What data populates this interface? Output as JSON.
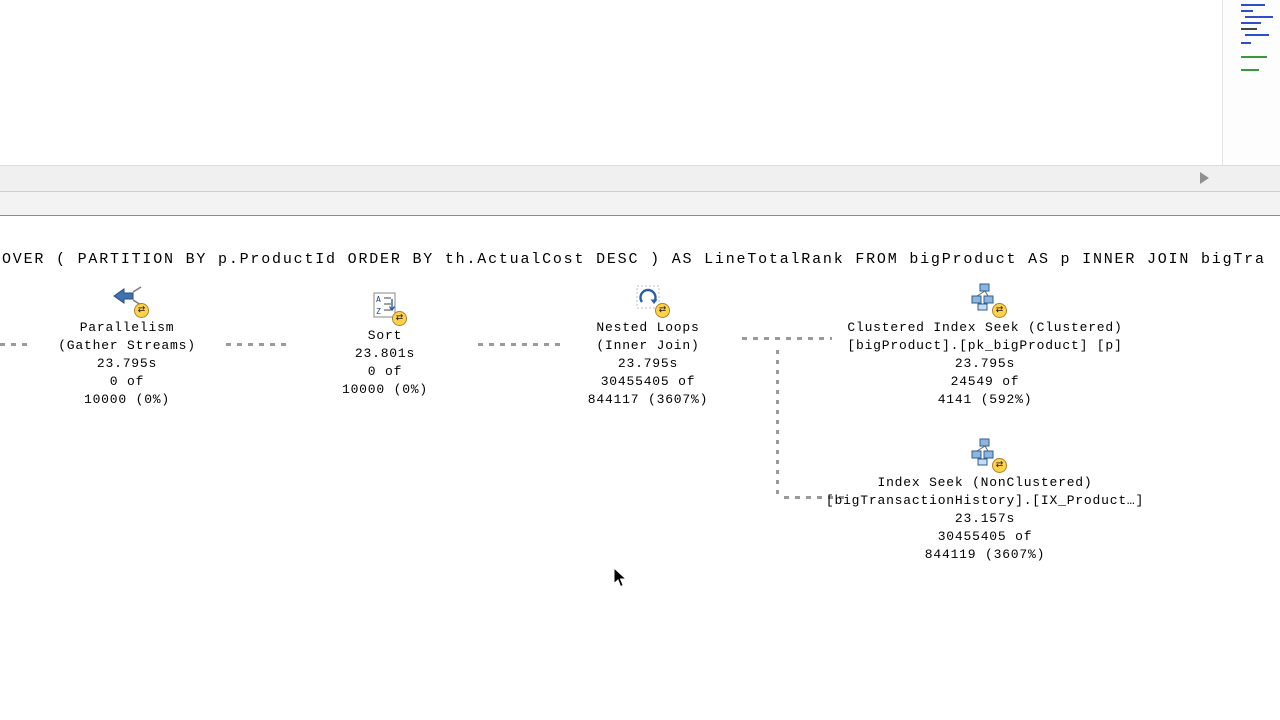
{
  "plan": {
    "query_text": "OVER ( PARTITION BY p.ProductId ORDER BY th.ActualCost DESC ) AS LineTotalRank FROM bigProduct AS p INNER JOIN bigTra",
    "nodes": [
      {
        "id": "parallelism",
        "icon": "parallelism-icon",
        "lines": [
          "Parallelism",
          "(Gather Streams)",
          "23.795s",
          "0 of",
          "10000 (0%)"
        ]
      },
      {
        "id": "sort",
        "icon": "sort-icon",
        "lines": [
          "Sort",
          "23.801s",
          "0 of",
          "10000 (0%)"
        ]
      },
      {
        "id": "nested-loops",
        "icon": "nested-loops-icon",
        "lines": [
          "Nested Loops",
          "(Inner Join)",
          "23.795s",
          "30455405 of",
          "844117 (3607%)"
        ]
      },
      {
        "id": "clustered-index-seek",
        "icon": "clustered-index-seek-icon",
        "lines": [
          "Clustered Index Seek (Clustered)",
          "[bigProduct].[pk_bigProduct] [p]",
          "23.795s",
          "24549 of",
          "4141 (592%)"
        ]
      },
      {
        "id": "index-seek",
        "icon": "index-seek-icon",
        "lines": [
          "Index Seek (NonClustered)",
          "[bigTransactionHistory].[IX_Product…]",
          "23.157s",
          "30455405 of",
          "844119 (3607%)"
        ]
      }
    ],
    "badge_glyph": "⇄"
  },
  "colors": {
    "connector": "#9a9a9a",
    "badge": "#ffd24a",
    "icon_blue": "#3f72ae",
    "scrollbar_bg": "#f0f0f0"
  }
}
